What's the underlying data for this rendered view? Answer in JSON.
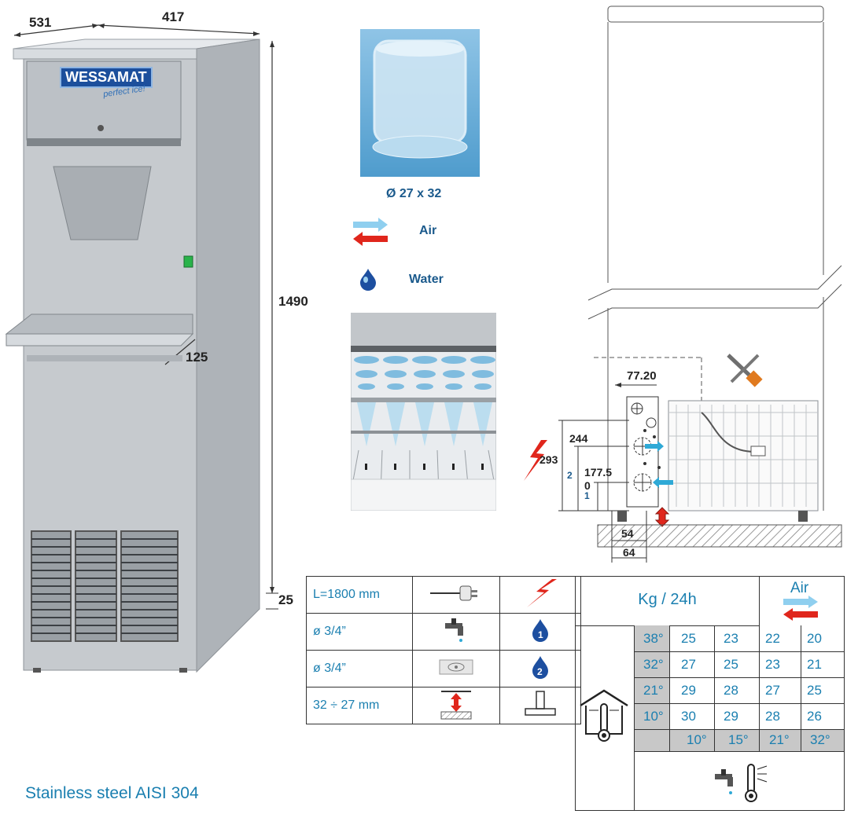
{
  "dimensions": {
    "depth": "531",
    "width": "417",
    "height": "1490",
    "tray_depth": "125",
    "feet": "25"
  },
  "brand": {
    "name": "WESSAMAT",
    "tagline": "perfect ice!"
  },
  "ice_cube": {
    "size": "Ø 27 x 32"
  },
  "legend": {
    "air": "Air",
    "water": "Water"
  },
  "side_drawing": {
    "dim_77": "77.20",
    "dim_244": "244",
    "dim_293": "293",
    "dim_177": "177.5",
    "dim_0": "0",
    "dim_54": "54",
    "dim_64": "64",
    "num_1": "1",
    "num_2": "2"
  },
  "specs": [
    {
      "label": "L=1800 mm",
      "icon": "power-plug-icon",
      "symbol": "lightning-icon"
    },
    {
      "label": "ø  3/4”",
      "icon": "water-tap-icon",
      "symbol": "water-inlet-1-icon"
    },
    {
      "label": "ø  3/4”",
      "icon": "floor-drain-icon",
      "symbol": "water-drain-2-icon"
    },
    {
      "label": "32 ÷ 27 mm",
      "icon": "height-adjust-icon",
      "symbol": "foot-icon"
    }
  ],
  "production": {
    "title": "Kg / 24h",
    "air_label": "Air",
    "air_temps": [
      "38°",
      "32°",
      "21°",
      "10°"
    ],
    "water_temps": [
      "10°",
      "15°",
      "21°",
      "32°"
    ],
    "rows": [
      [
        "25",
        "23",
        "22",
        "20"
      ],
      [
        "27",
        "25",
        "23",
        "21"
      ],
      [
        "29",
        "28",
        "27",
        "25"
      ],
      [
        "30",
        "29",
        "28",
        "26"
      ]
    ]
  },
  "footer": {
    "material": "Stainless steel AISI 304"
  },
  "colors": {
    "accent_blue": "#1f86b5",
    "warning_red": "#e0261c",
    "steel": "#c9cdd2"
  }
}
